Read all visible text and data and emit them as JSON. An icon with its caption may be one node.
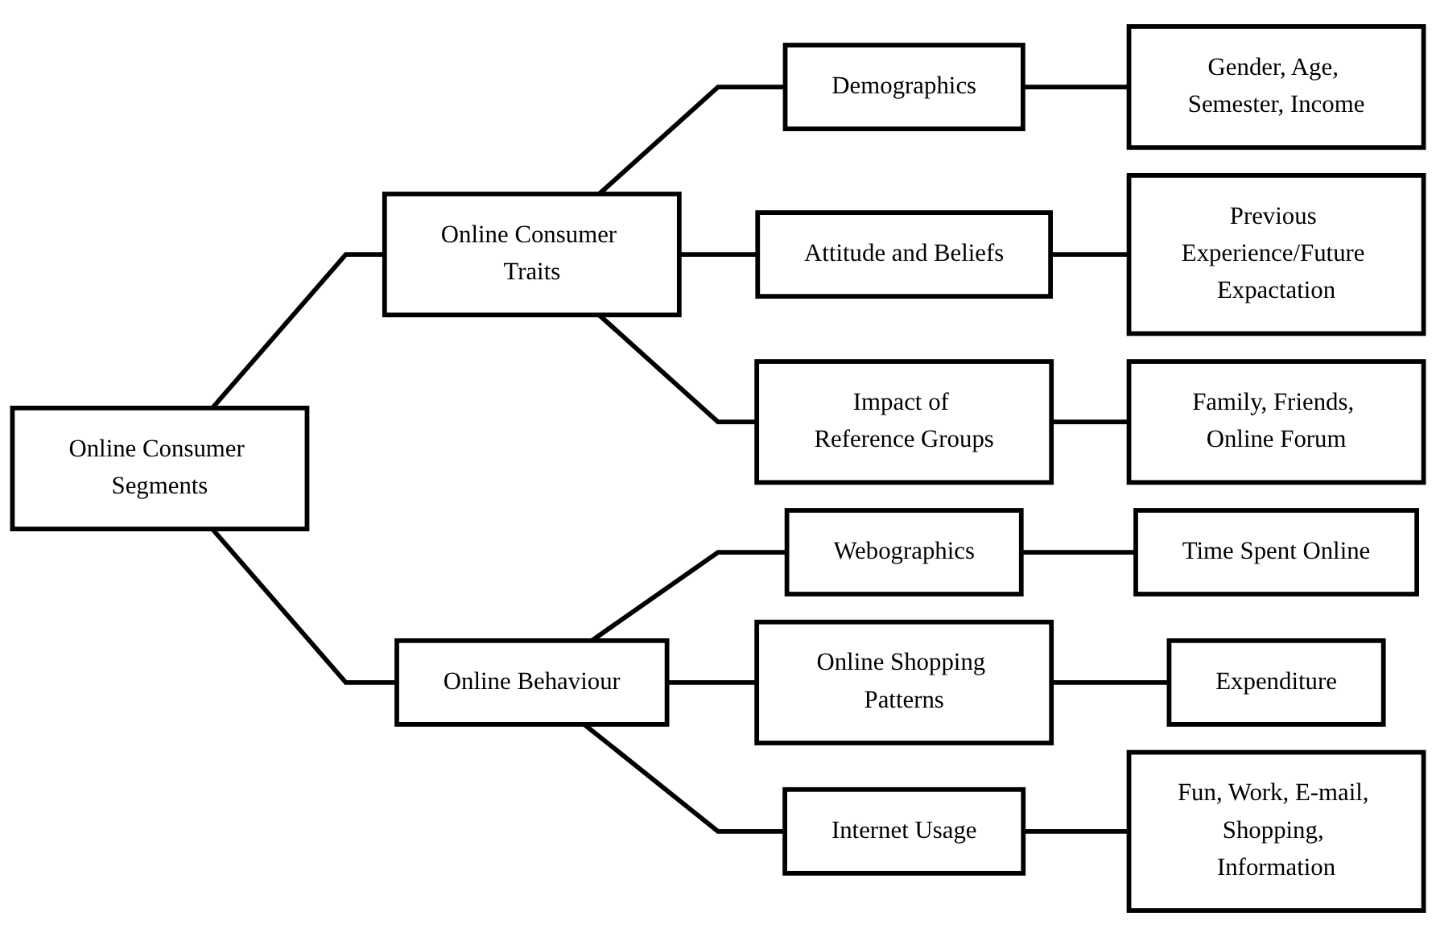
{
  "diagram": {
    "nodes": [
      {
        "text": [
          "Online Consumer Segments"
        ]
      },
      {
        "text": [
          "Online Consumer Traits"
        ]
      },
      {
        "text": [
          "Online Behaviour"
        ]
      },
      {
        "text": [
          "Demographics"
        ]
      },
      {
        "text": [
          "Attitude and Beliefs"
        ]
      },
      {
        "text": [
          "Impact of Reference Groups"
        ]
      },
      {
        "text": [
          "Webographics"
        ]
      },
      {
        "text": [
          "Online Shopping Patterns"
        ]
      },
      {
        "text": [
          "Internet Usage"
        ]
      },
      {
        "text": [
          "Gender, Age, Semester, Income"
        ]
      },
      {
        "text": [
          "Previous Experience/Future Expactation"
        ]
      },
      {
        "text": [
          "Family, Friends, Online Forum"
        ]
      },
      {
        "text": [
          "Time Spent Online"
        ]
      },
      {
        "text": [
          "Expenditure"
        ]
      },
      {
        "text": [
          "Fun, Work, E-mail, Shopping, Information"
        ]
      }
    ],
    "edges": [
      {
        "from": 0,
        "to": 1,
        "arrow": "none"
      },
      {
        "from": 0,
        "to": 2,
        "arrow": "none"
      },
      {
        "from": 1,
        "to": 3,
        "arrow": "none"
      },
      {
        "from": 1,
        "to": 4,
        "arrow": "none"
      },
      {
        "from": 1,
        "to": 5,
        "arrow": "none"
      },
      {
        "from": 2,
        "to": 6,
        "arrow": "none"
      },
      {
        "from": 2,
        "to": 7,
        "arrow": "none"
      },
      {
        "from": 2,
        "to": 8,
        "arrow": "none"
      },
      {
        "from": 3,
        "to": 9,
        "arrow": "none"
      },
      {
        "from": 4,
        "to": 10,
        "arrow": "none"
      },
      {
        "from": 5,
        "to": 11,
        "arrow": "none"
      },
      {
        "from": 6,
        "to": 12,
        "arrow": "none"
      },
      {
        "from": 7,
        "to": 13,
        "arrow": "none"
      },
      {
        "from": 8,
        "to": 14,
        "arrow": "none"
      }
    ]
  }
}
